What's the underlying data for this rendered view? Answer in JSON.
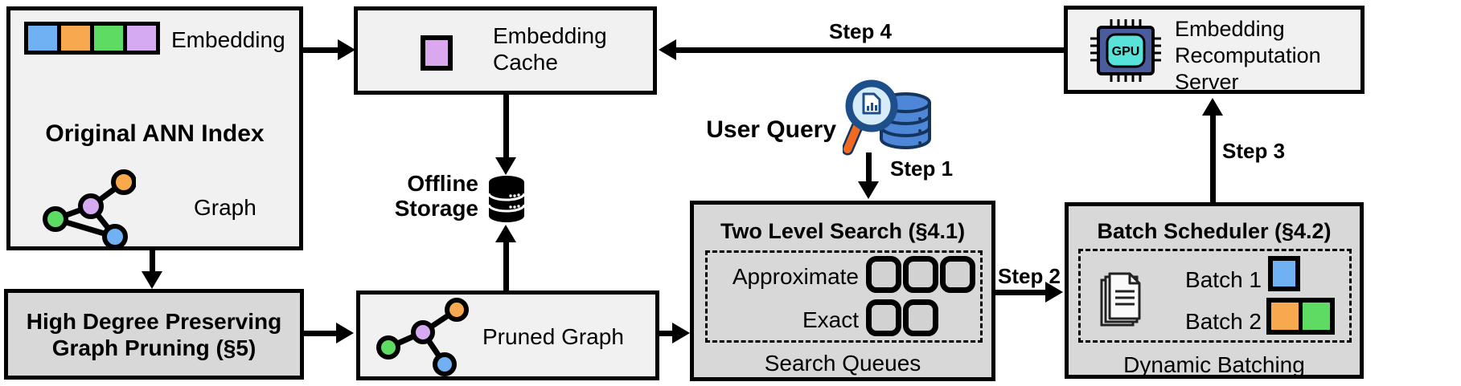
{
  "colors": {
    "blue": "#6fb1f3",
    "orange": "#f8a94d",
    "green": "#5edb62",
    "purple": "#d6a9f3",
    "cache_purple": "#d9a8ef",
    "light_box_bg": "#f1f1f1",
    "dark_box_bg": "#d8d8d8",
    "queue_slot_bg": "#d2d2d2",
    "gpu_chip_body": "#4b5c9d",
    "gpu_chip_core": "#57e3da",
    "query_db_blue": "#4f87d8",
    "query_db_outline": "#16355c",
    "query_lens": "#d6ecf8",
    "query_handle": "#f26a22"
  },
  "boxes": {
    "ann_index": {
      "title": "Original ANN Index",
      "embedding_label": "Embedding",
      "graph_label": "Graph"
    },
    "embedding_cache": {
      "lines": [
        "Embedding",
        "Cache"
      ]
    },
    "offline_storage": {
      "lines": [
        "Offline",
        "Storage"
      ]
    },
    "high_degree_pruning": {
      "lines": [
        "High Degree Preserving",
        "Graph Pruning (§5)"
      ]
    },
    "pruned_graph": {
      "label": "Pruned Graph"
    },
    "two_level_search": {
      "title": "Two Level Search (§4.1)",
      "queue_rows": [
        {
          "label": "Approximate",
          "slots": 3
        },
        {
          "label": "Exact",
          "slots": 2
        }
      ],
      "caption": "Search Queues"
    },
    "batch_scheduler": {
      "title": "Batch Scheduler (§4.2)",
      "batches": [
        {
          "label": "Batch 1",
          "colors": [
            "blue"
          ]
        },
        {
          "label": "Batch 2",
          "colors": [
            "orange",
            "green"
          ]
        }
      ],
      "caption": "Dynamic Batching"
    },
    "recomputation_server": {
      "lines": [
        "Embedding",
        "Recomputation",
        "Server"
      ],
      "chip_label": "GPU"
    }
  },
  "user_query": {
    "label": "User Query"
  },
  "steps": [
    {
      "label": "Step 1"
    },
    {
      "label": "Step 2"
    },
    {
      "label": "Step 3"
    },
    {
      "label": "Step 4"
    }
  ]
}
